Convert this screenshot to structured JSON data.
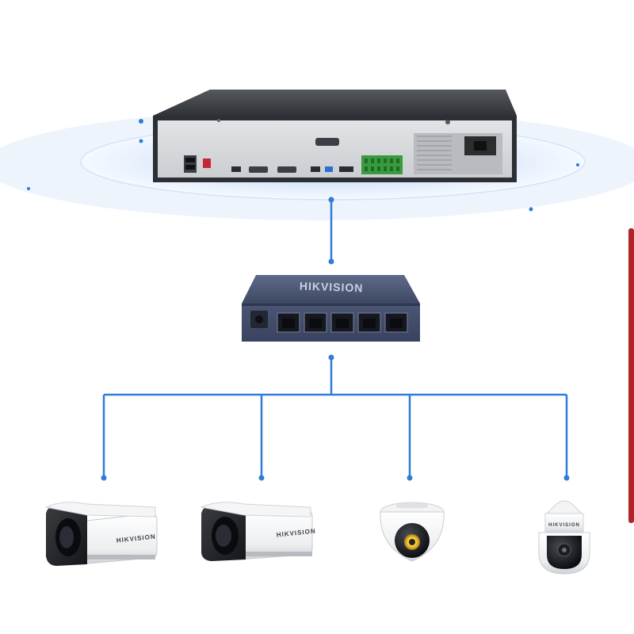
{
  "network": {
    "switch": {
      "brand": "HIKVISION"
    },
    "cameras": [
      {
        "type": "bullet",
        "brand": "HIKVISION"
      },
      {
        "type": "bullet",
        "brand": "HIKVISION"
      },
      {
        "type": "turret",
        "brand": ""
      },
      {
        "type": "ptz-dome",
        "brand": "HIKVISION"
      }
    ]
  },
  "colors": {
    "link": "#2f7dd8",
    "halo": "#dbe9fa",
    "halo_inner": "#c8ddf6",
    "nvr_body": "#3a3d42",
    "nvr_panel": "#d6d8db",
    "switch_body": "#4a5672",
    "accent_red": "#b3242a"
  }
}
